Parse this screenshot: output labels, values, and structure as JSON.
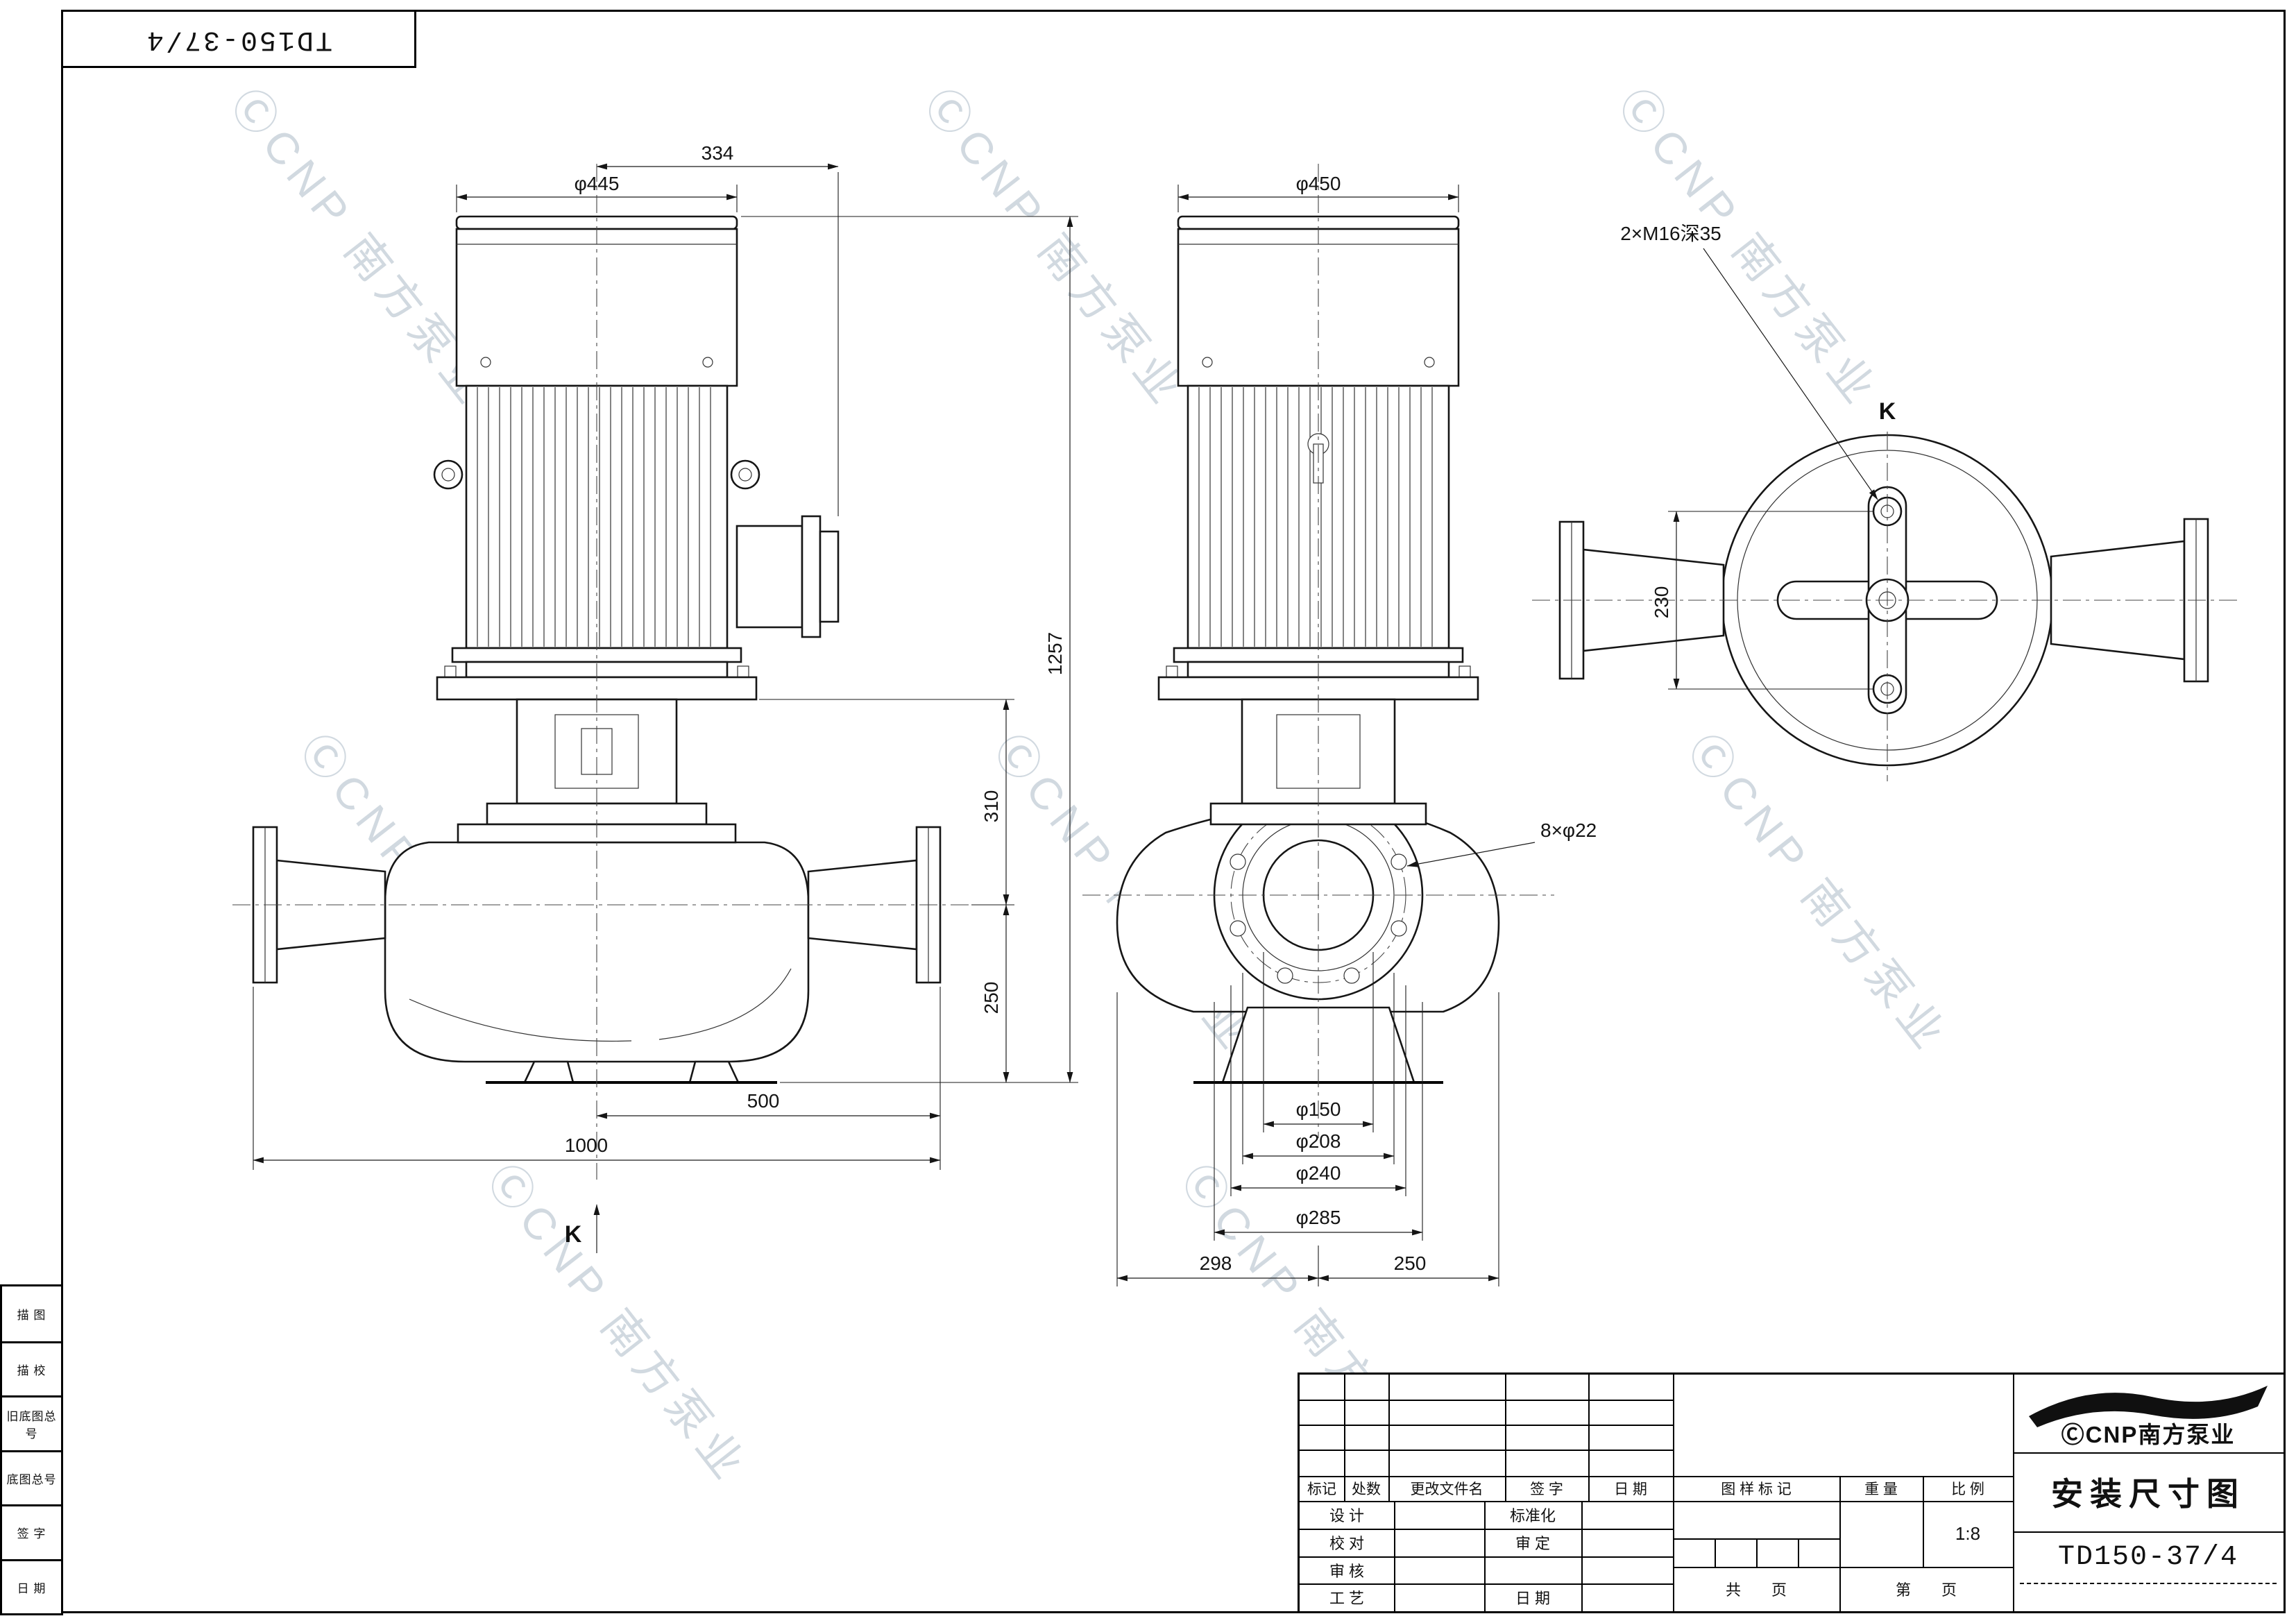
{
  "page": {
    "corner_code": "TD150-37/4"
  },
  "watermark": {
    "text": "ⒸCNP 南方泵业"
  },
  "front_view": {
    "dims": {
      "motor_dia": "φ445",
      "center_to_box": "334",
      "port_to_port": "1000",
      "center_to_flange": "500",
      "plate_to_axis": "310",
      "axis_to_base": "250",
      "view_arrow": "K"
    }
  },
  "side_view": {
    "dims": {
      "motor_dia": "φ450",
      "total_height": "1257",
      "bolt_holes": "8×φ22",
      "bore_dia": "φ150",
      "face_dia": "φ208",
      "bolt_circle_dia": "φ240",
      "flange_dia": "φ285",
      "left_offset": "298",
      "right_offset": "250"
    }
  },
  "top_view": {
    "dims": {
      "tapped_holes": "2×M16深35",
      "hole_span": "230",
      "view_label": "K"
    }
  },
  "side_labels": [
    "描 图",
    "描 校",
    "旧底图总号",
    "底图总号",
    "签 字",
    "日 期"
  ],
  "title_block": {
    "rev_headers": [
      "标记",
      "处数",
      "更改文件名",
      "签 字",
      "日 期"
    ],
    "sig_rows": [
      {
        "l": "设 计",
        "r": "标准化"
      },
      {
        "l": "校 对",
        "r": "审 定"
      },
      {
        "l": "审 核",
        "r": ""
      },
      {
        "l": "工 艺",
        "r": "日 期"
      }
    ],
    "stamp_headers": [
      "图 样 标 记",
      "重 量",
      "比 例"
    ],
    "scale_value": "1:8",
    "pages_total": "共　　页",
    "pages_no": "第　　页",
    "brand": "ⒸCNP南方泵业",
    "drawing_title": "安装尺寸图",
    "model": "TD150-37/4"
  }
}
